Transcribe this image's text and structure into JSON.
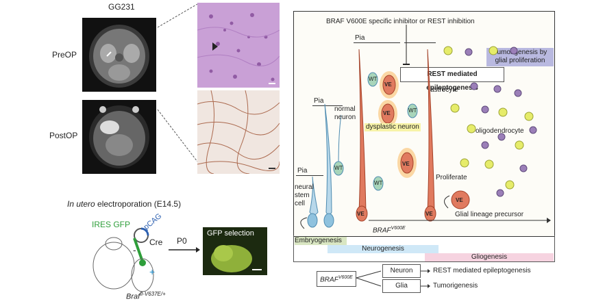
{
  "left": {
    "case_label": "GG231",
    "preop_label": "PreOP",
    "postop_label": "PostOP",
    "electroporation_label_italic": "In utero",
    "electroporation_label_rest": " electroporation (E14.5)",
    "ires_gfp": "IRES GFP",
    "pcag": "pCAG",
    "cre": "Cre",
    "p0": "P0",
    "gfp_selection": "GFP selection",
    "braf_label": "Braf",
    "braf_sup": "fl-V637E/+"
  },
  "right": {
    "inhibitor_text": "BRAF V600E specific inhibitor or REST inhibition",
    "rest_box": "REST mediated epileptogenesis",
    "tumor_box": "Tumorigenesis by glial proliferation",
    "pia_1": "Pia",
    "pia_2": "Pia",
    "pia_3": "Pia",
    "normal_neuron": "normal neuron",
    "neural_stem_cell": "neural stem cell",
    "dysplastic_neuron": "dysplastic neuron",
    "astrocyte": "astrocyte",
    "oligodendrocyte": "oligodendrocyte",
    "proliferate": "Proliferate",
    "glial_precursor": "Glial lineage precursor",
    "braf_v600e": "BRAF",
    "braf_v600e_sup": "V600E",
    "wt": "WT",
    "ve": "VE",
    "timeline": {
      "embryogenesis": "Embryogenesis",
      "neurogenesis": "Neurogenesis",
      "gliogenesis": "Gliogenesis"
    },
    "flow": {
      "root": "BRAF",
      "root_sup": "V600E",
      "neuron": "Neuron",
      "glia": "Glia",
      "neuron_out": "REST mediated epileptogenesis",
      "glia_out": "Tumorigenesis"
    }
  },
  "colors": {
    "he_stain": "#c9a0d6",
    "ihc_stain": "#f0e6e0",
    "neurogenesis_bar": "#cfe8f7",
    "gliogenesis_bar": "#f6d3e0",
    "embryogenesis_bar": "#d9e6c2",
    "ve_cell": "#e07a5f",
    "wt_cell": "#a8d5ba",
    "tumor_box": "#b9b9e0",
    "dysplastic_box": "#f7f3a8"
  }
}
